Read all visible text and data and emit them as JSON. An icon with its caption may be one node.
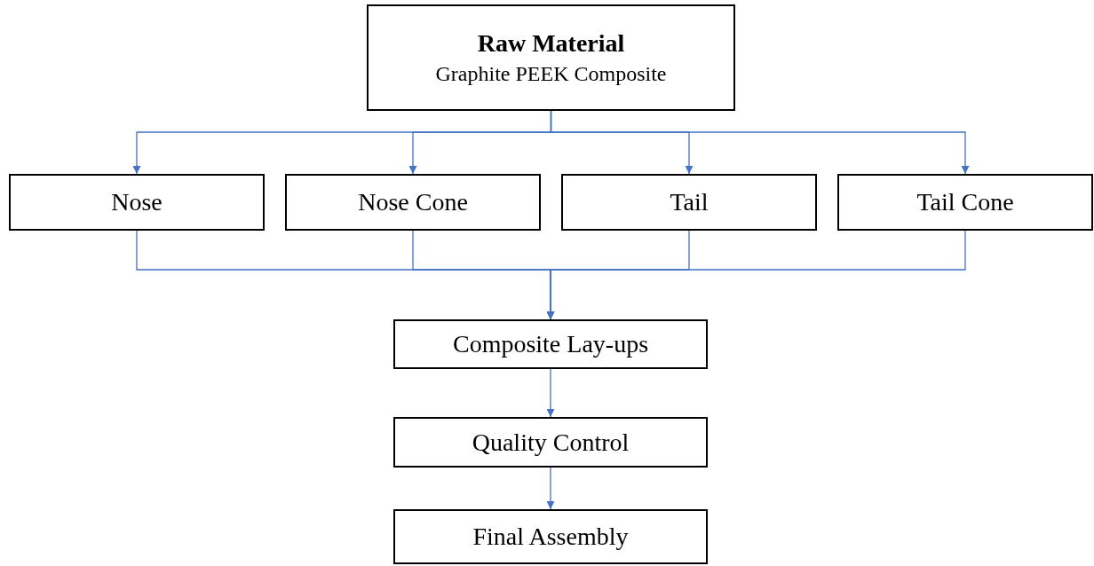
{
  "diagram": {
    "nodes": [
      {
        "text": [
          "Raw Material",
          "Graphite PEEK Composite"
        ]
      },
      {
        "text": [
          "Nose"
        ]
      },
      {
        "text": [
          "Nose Cone"
        ]
      },
      {
        "text": [
          "Tail"
        ]
      },
      {
        "text": [
          "Tail Cone"
        ]
      },
      {
        "text": [
          "Composite Lay-ups"
        ]
      },
      {
        "text": [
          "Quality Control"
        ]
      },
      {
        "text": [
          "Final Assembly"
        ]
      }
    ],
    "edges": [
      {
        "from": 0,
        "to": 1,
        "arrow": "to"
      },
      {
        "from": 0,
        "to": 2,
        "arrow": "to"
      },
      {
        "from": 0,
        "to": 3,
        "arrow": "to"
      },
      {
        "from": 0,
        "to": 4,
        "arrow": "to"
      },
      {
        "from": 1,
        "to": 5,
        "arrow": "to"
      },
      {
        "from": 2,
        "to": 5,
        "arrow": "to"
      },
      {
        "from": 3,
        "to": 5,
        "arrow": "to"
      },
      {
        "from": 4,
        "to": 5,
        "arrow": "to"
      },
      {
        "from": 5,
        "to": 6,
        "arrow": "to"
      },
      {
        "from": 6,
        "to": 7,
        "arrow": "to"
      }
    ]
  }
}
